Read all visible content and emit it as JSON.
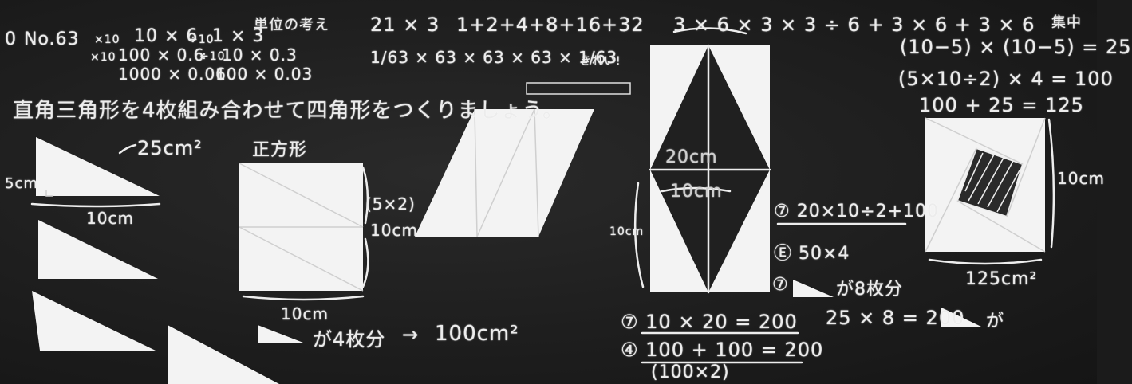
{
  "header": {
    "number_prefix": "0",
    "number_label": "No.63",
    "calc_line1": "10 × 6",
    "calc_line1b": "1 × 3",
    "unit_note": "単位の考え",
    "calc_line2": "100 × 0.6",
    "calc_line2b": "10 × 0.3",
    "calc_line3": "1000 × 0.06",
    "calc_line3b": "100 × 0.03",
    "mult_marks": [
      "×10",
      "×10",
      "÷10",
      "÷10"
    ],
    "sum_line1a": "21 × 3",
    "sum_line1b": "1+2+4+8+16+32",
    "sum_line2": "1/63 × 63 × 63 × 63 × 1/63",
    "sum_note": "きれい!",
    "top_right_expr": "3 × 6 × 3 × 3 ÷ 6 + 3 × 6 + 3 × 6",
    "corner_note": "集中"
  },
  "task": {
    "instruction": "直角三角形を4枚組み合わせて四角形をつくりましょう。"
  },
  "left": {
    "triangle_area": "25cm²",
    "side_height": "5cm",
    "side_base": "10cm"
  },
  "square": {
    "title": "正方形",
    "side_right": "(5×2)",
    "side_right2": "10cm",
    "side_bottom": "10cm",
    "note_prefix": "が4枚分",
    "arrow": "→",
    "note_area": "100cm²"
  },
  "rhombus": {
    "width_label": "20cm",
    "height_label": "10cm",
    "side_label": "10cm",
    "calc_a_mark": "ア",
    "calc_a": "10 × 20 = 200",
    "calc_b_mark": "イ",
    "calc_b": "100 + 100 = 200",
    "calc_b2": "(100×2)",
    "calc_c_mark": "ウ",
    "calc_c": "20×10÷2+100",
    "calc_d_mark": "エ",
    "calc_d": "50×4",
    "calc_e_mark": "オ",
    "calc_e": "が8枚分",
    "calc_e2": "25 × 8 = 200",
    "calc_e3": "が"
  },
  "right": {
    "calc1": "(10−5) × (10−5) = 25",
    "calc2": "(5×10÷2) × 4 = 100",
    "calc3": "100 + 25 = 125",
    "side_label": "10cm",
    "area_label": "125cm²"
  },
  "colors": {
    "board": "#1e1e1e",
    "chalk": "#ececec",
    "paper": "#f3f3f3"
  }
}
